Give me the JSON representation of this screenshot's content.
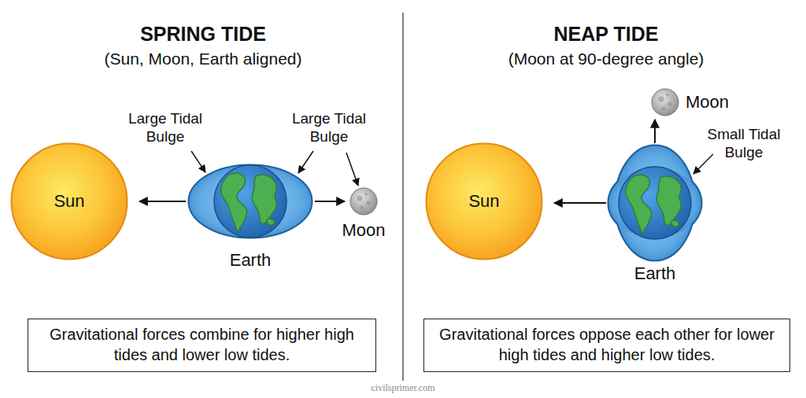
{
  "diagram": {
    "nodes": [
      {
        "text": [
          "Sun"
        ]
      },
      {
        "text": [
          "Earth"
        ]
      },
      {
        "text": [
          "Moon"
        ]
      },
      {
        "text": [
          "Gravitational forces combine for higher high tides and lower low tides."
        ]
      },
      {
        "text": [
          "Sun"
        ]
      },
      {
        "text": [
          "Moon"
        ]
      },
      {
        "text": [
          "Earth"
        ]
      },
      {
        "text": [
          "Gravitational forces oppose each other for lower high tides and higher low tides."
        ]
      }
    ],
    "edges": [
      {
        "from": 1,
        "to": 0,
        "arrow": "to"
      },
      {
        "from": 1,
        "to": 2,
        "arrow": "to"
      },
      {
        "from": 6,
        "to": 4,
        "arrow": "to"
      },
      {
        "from": 6,
        "to": 5,
        "arrow": "to"
      }
    ],
    "labels": [
      "SPRING TIDE",
      "(Sun, Moon, Earth aligned)",
      "Large Tidal Bulge",
      "Large Tidal Bulge",
      "NEAP TIDE",
      "(Moon at 90-degree angle)",
      "Small Tidal Bulge",
      "civilsprimer.com"
    ]
  }
}
